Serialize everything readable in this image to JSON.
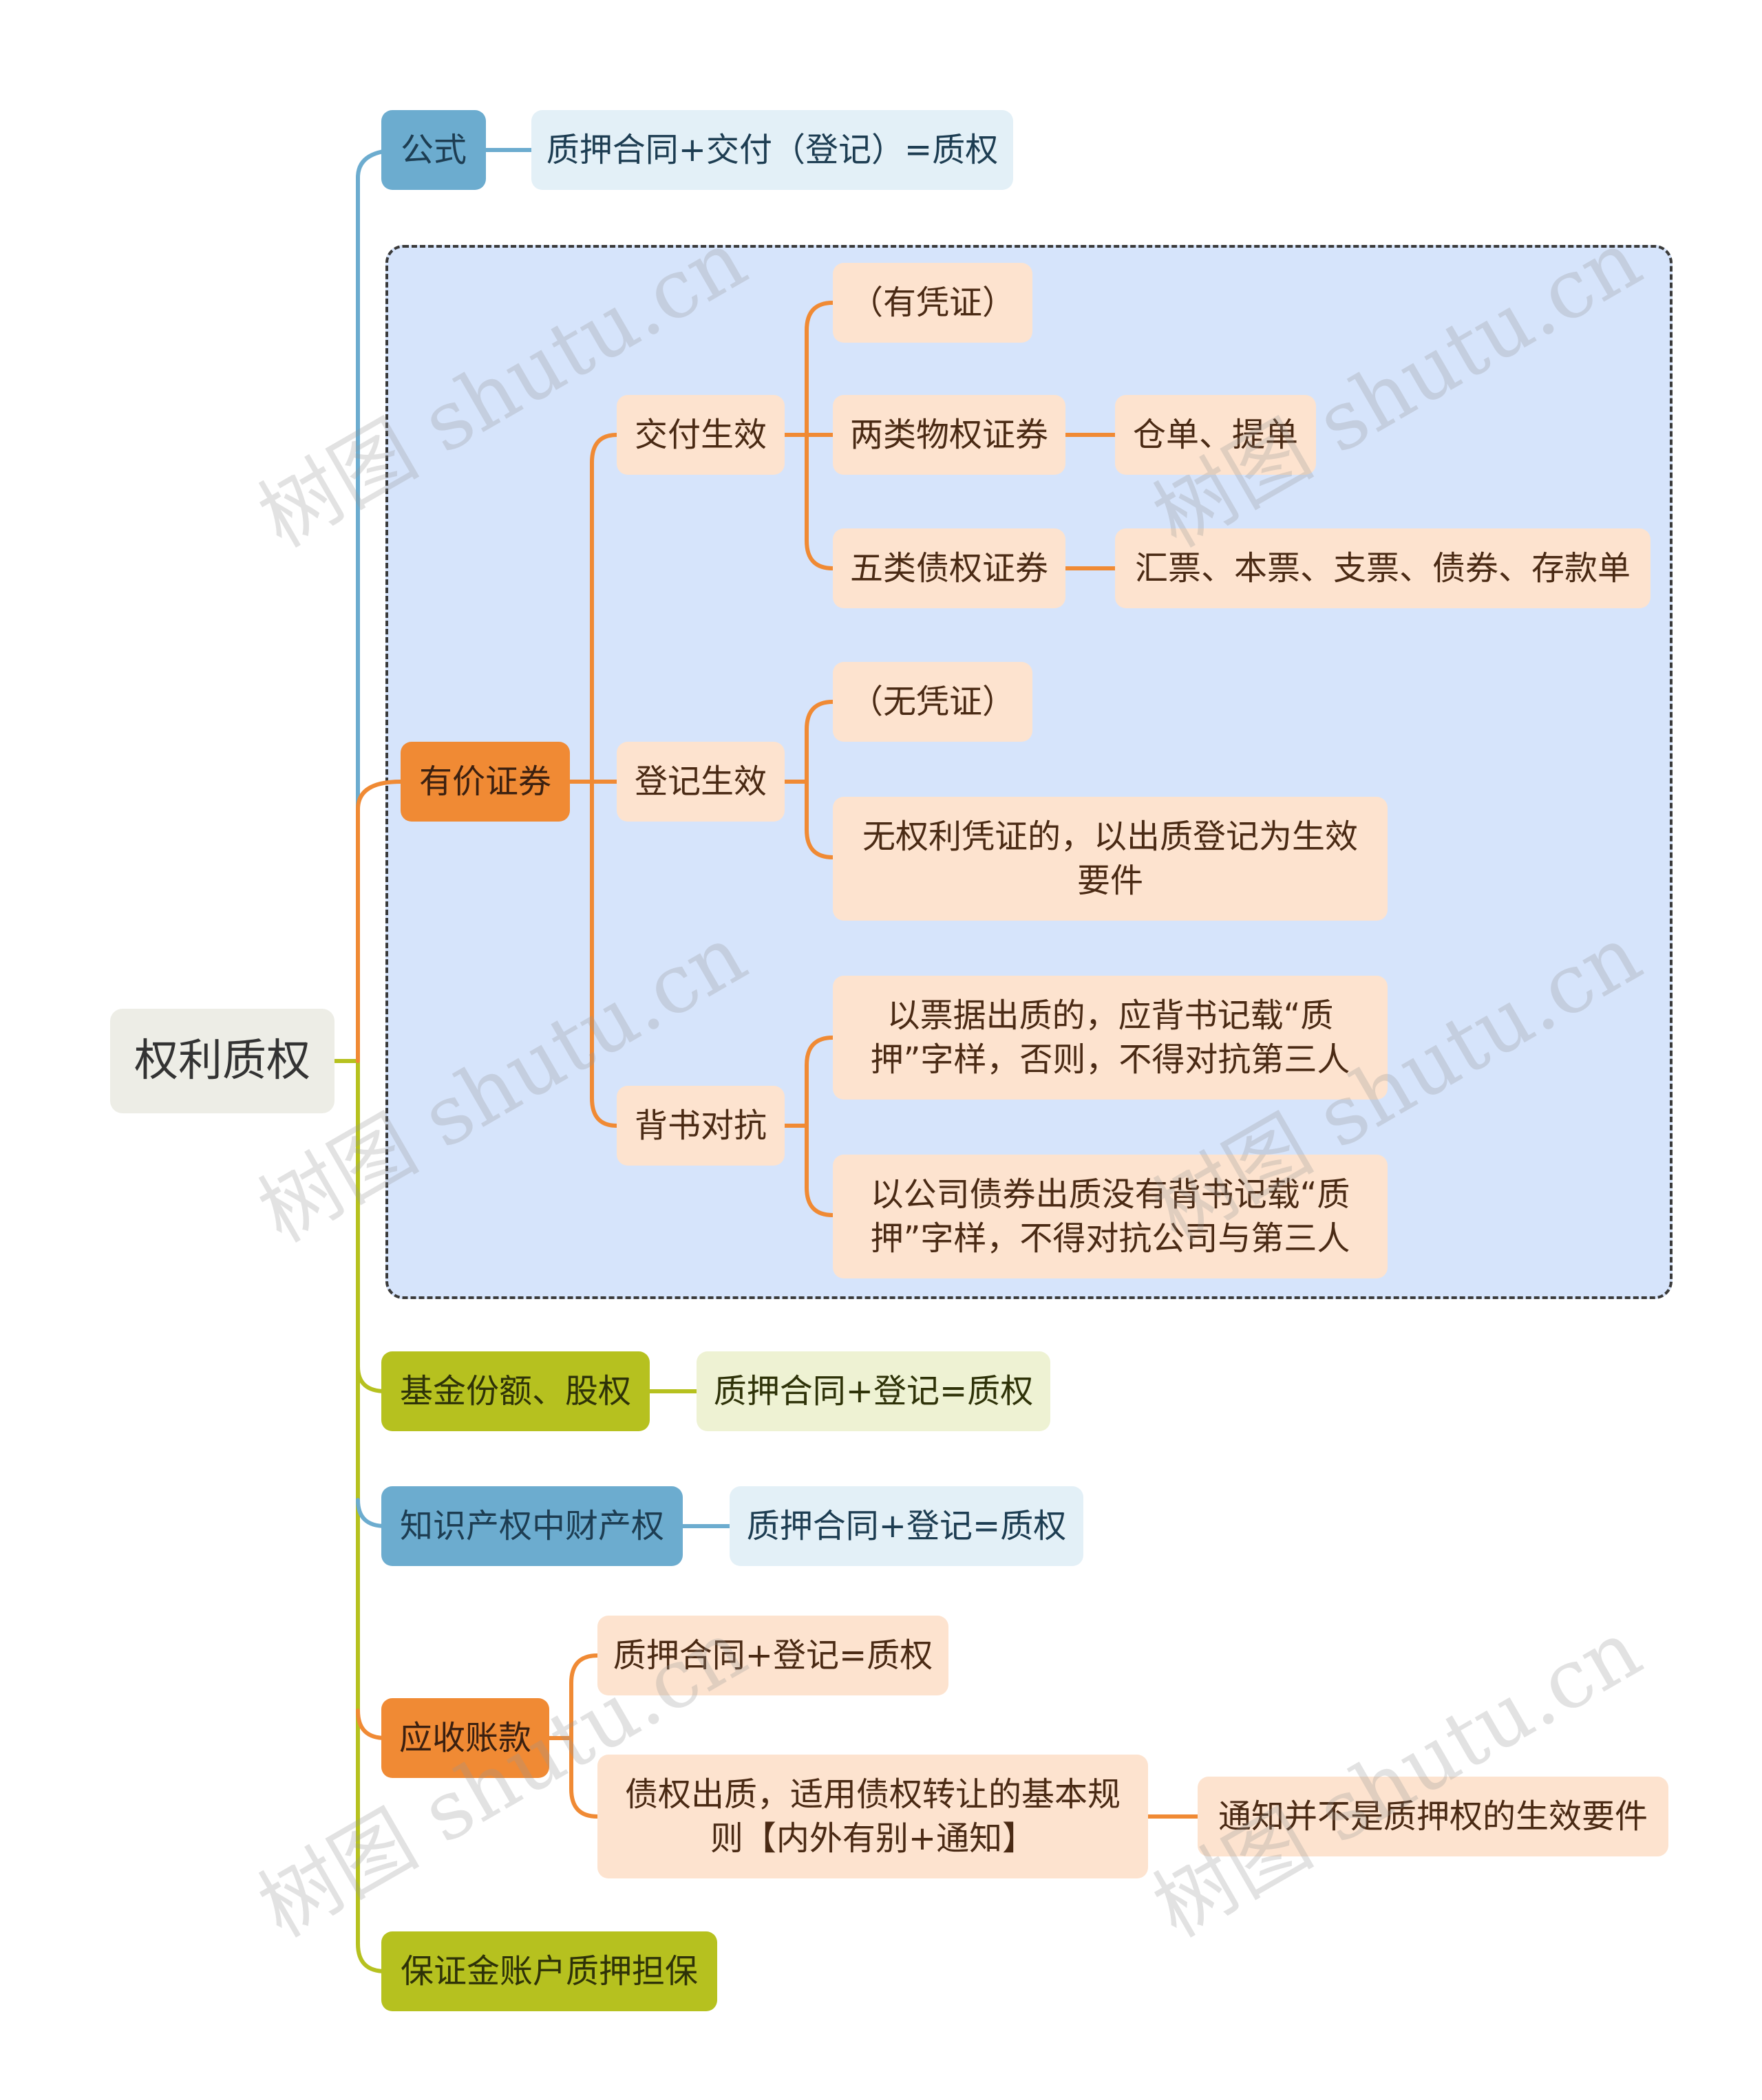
{
  "root": "权利质权",
  "formula": {
    "label": "公式",
    "value": "质押合同+交付（登记）=质权"
  },
  "securities": {
    "label": "有价证券",
    "delivery": {
      "label": "交付生效",
      "note": "（有凭证）",
      "two_class": "两类物权证券",
      "two_class_items": "仓单、提单",
      "five_class": "五类债权证券",
      "five_class_items": "汇票、本票、支票、债券、存款单"
    },
    "registration": {
      "label": "登记生效",
      "note": "（无凭证）",
      "detail": "无权利凭证的，以出质登记为生效要件"
    },
    "endorsement": {
      "label": "背书对抗",
      "item1": "以票据出质的，应背书记载“质押”字样，否则，不得对抗第三人",
      "item2": "以公司债券出质没有背书记载“质押”字样，不得对抗公司与第三人"
    }
  },
  "fund": {
    "label": "基金份额、股权",
    "value": "质押合同+登记=质权"
  },
  "ip": {
    "label": "知识产权中财产权",
    "value": "质押合同+登记=质权"
  },
  "receivables": {
    "label": "应收账款",
    "item1": "质押合同+登记=质权",
    "item2": "债权出质，适用债权转让的基本规则【内外有别+通知】",
    "item2_note": "通知并不是质押权的生效要件"
  },
  "deposit": {
    "label": "保证金账户质押担保"
  },
  "watermark": "树图 shutu.cn",
  "colors": {
    "blue": "#6caccf",
    "orange": "#f08a34",
    "green": "#b6c11f",
    "group_bg": "#d6e4fb"
  }
}
